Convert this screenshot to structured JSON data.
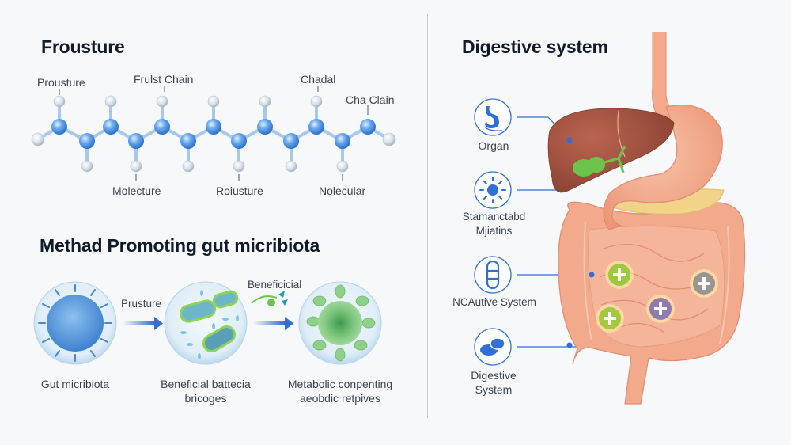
{
  "structure_panel": {
    "title": "Frousture",
    "labels": {
      "top": [
        "Prousture",
        "Frulst Chain",
        "Chadal",
        "Cha Clain"
      ],
      "bottom": [
        "Molecture",
        "Roiusture",
        "Nolecular"
      ]
    }
  },
  "microbiota_panel": {
    "title": "Methad Promoting gut micribiota",
    "steps": [
      {
        "caption_line1": "Gut micribiota",
        "caption_line2": ""
      },
      {
        "caption_line1": "Beneficial battecia",
        "caption_line2": "bricoges"
      },
      {
        "caption_line1": "Metabolic conpenting",
        "caption_line2": "aeobdic retpives"
      }
    ],
    "arrows": [
      {
        "label": "Prusture"
      },
      {
        "label": "Beneficicial"
      }
    ]
  },
  "digestive_panel": {
    "title": "Digestive system",
    "legend": [
      {
        "icon": "stomach-icon",
        "label_line1": "Organ",
        "label_line2": ""
      },
      {
        "icon": "sun-burst-icon",
        "label_line1": "Stamanctabd",
        "label_line2": "Mjiatins"
      },
      {
        "icon": "capsule-stack-icon",
        "label_line1": "NCAutive System",
        "label_line2": ""
      },
      {
        "icon": "pills-icon",
        "label_line1": "Digestive",
        "label_line2": "System"
      }
    ],
    "markers": [
      {
        "type": "plus",
        "color": "#9cc93f"
      },
      {
        "type": "plus",
        "color": "#9a9593"
      },
      {
        "type": "plus",
        "color": "#8e7bb0"
      },
      {
        "type": "plus",
        "color": "#a3c93f"
      }
    ]
  },
  "colors": {
    "accent_blue": "#2f6fd6",
    "atom_blue": "#4d95e6",
    "liver": "#a5523f",
    "stomach": "#f3a58a",
    "intestine": "#f2a98c",
    "gallbladder": "#6cc44a",
    "pancreas": "#f2d38a",
    "divider": "#c9cdd3"
  }
}
